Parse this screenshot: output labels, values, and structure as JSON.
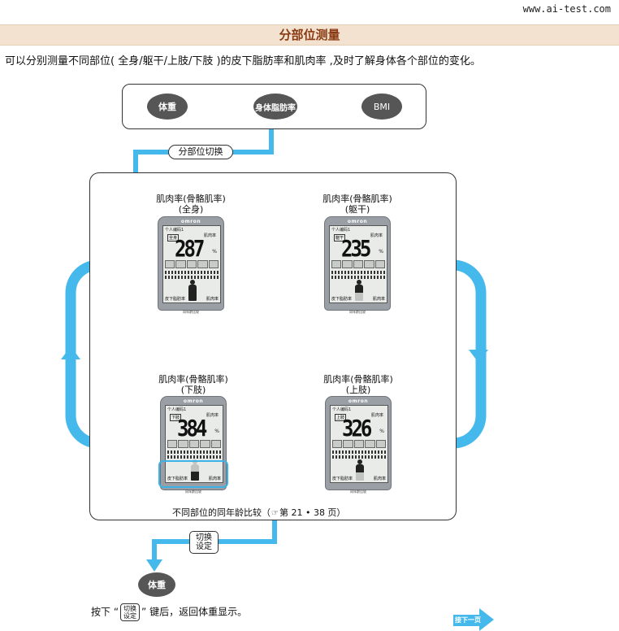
{
  "site": "www.ai-test.com",
  "section_title": "分部位测量",
  "intro": "可以分别测量不同部位( 全身/躯干/上肢/下肢 )的皮下脂肪率和肌肉率 ,及时了解身体各个部位的变化。",
  "top_modes": [
    "体重",
    "身体脂肪率",
    "BMI"
  ],
  "switch_label": "分部位切换",
  "device_brand": "omron",
  "device_profile": "个人编码1",
  "device_unit": "肌肉率",
  "device_pct": "%",
  "device_foot_left": "皮下脂肪率",
  "device_foot_right": "肌肉率",
  "device_base": "同年龄比较",
  "panels": [
    {
      "caption_line1": "肌肉率(骨骼肌率)",
      "caption_line2": "(全身)",
      "tag": "全身",
      "reading": "287"
    },
    {
      "caption_line1": "肌肉率(骨骼肌率)",
      "caption_line2": "(躯干)",
      "tag": "躯干",
      "reading": "235"
    },
    {
      "caption_line1": "肌肉率(骨骼肌率)",
      "caption_line2": "(下肢)",
      "tag": "下肢",
      "reading": "384"
    },
    {
      "caption_line1": "肌肉率(骨骼肌率)",
      "caption_line2": "(上肢)",
      "tag": "上肢",
      "reading": "326"
    }
  ],
  "compare_note_prefix": "不同部位的同年龄比较（",
  "compare_note_icon": "☞",
  "compare_note_suffix": "第 21 • 38 页）",
  "setup_key_line1": "切换",
  "setup_key_line2": "设定",
  "weight_label": "体重",
  "bottom_note_prefix": "按下 “",
  "bottom_note_suffix": "” 键后，返回体重显示。",
  "next_label": "接下一页",
  "colors": {
    "flow": "#45b9eb",
    "accent_bar": "#f2e2cf",
    "title_text": "#8a3a12",
    "pill": "#565656"
  }
}
